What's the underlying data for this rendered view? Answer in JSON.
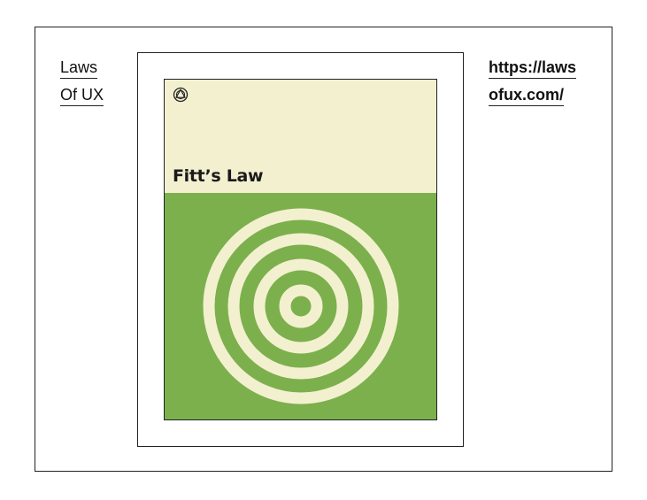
{
  "header": {
    "title_line1": "Laws",
    "title_line2": "Of UX",
    "url_line1": "https://laws",
    "url_line2": "ofux.com/"
  },
  "card": {
    "title": "Fitt’s Law",
    "logo_icon": "triangle-in-circle-icon",
    "illustration_icon": "concentric-target-icon",
    "colors": {
      "top_background": "#f3f0d0",
      "bottom_background": "#7cb04c",
      "ring_color": "#f3f0d0"
    }
  }
}
